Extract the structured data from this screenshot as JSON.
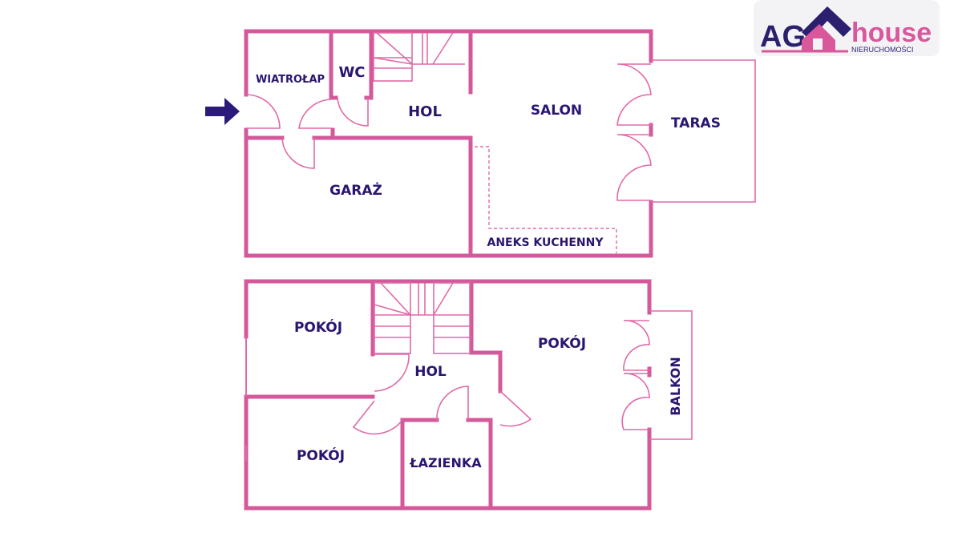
{
  "logo": {
    "part1": "AG",
    "part2": "house",
    "tagline": "NIERUCHOMOŚCI",
    "colors": {
      "navy": "#2b1f6e",
      "pink": "#d9589c"
    }
  },
  "floor_ground": {
    "rooms": {
      "wiatrolap": "WIATROŁAP",
      "wc": "WC",
      "hol": "HOL",
      "salon": "SALON",
      "taras": "TARAS",
      "garaz": "GARAŻ",
      "aneks": "ANEKS KUCHENNY"
    },
    "entrance": "entrance-arrow"
  },
  "floor_upper": {
    "rooms": {
      "pokoj1": "POKÓJ",
      "pokoj2": "POKÓJ",
      "pokoj3": "POKÓJ",
      "hol": "HOL",
      "lazienka": "ŁAZIENKA",
      "balkon": "BALKON"
    }
  },
  "colors": {
    "wall": "#d4599b",
    "label": "#2a1570"
  }
}
